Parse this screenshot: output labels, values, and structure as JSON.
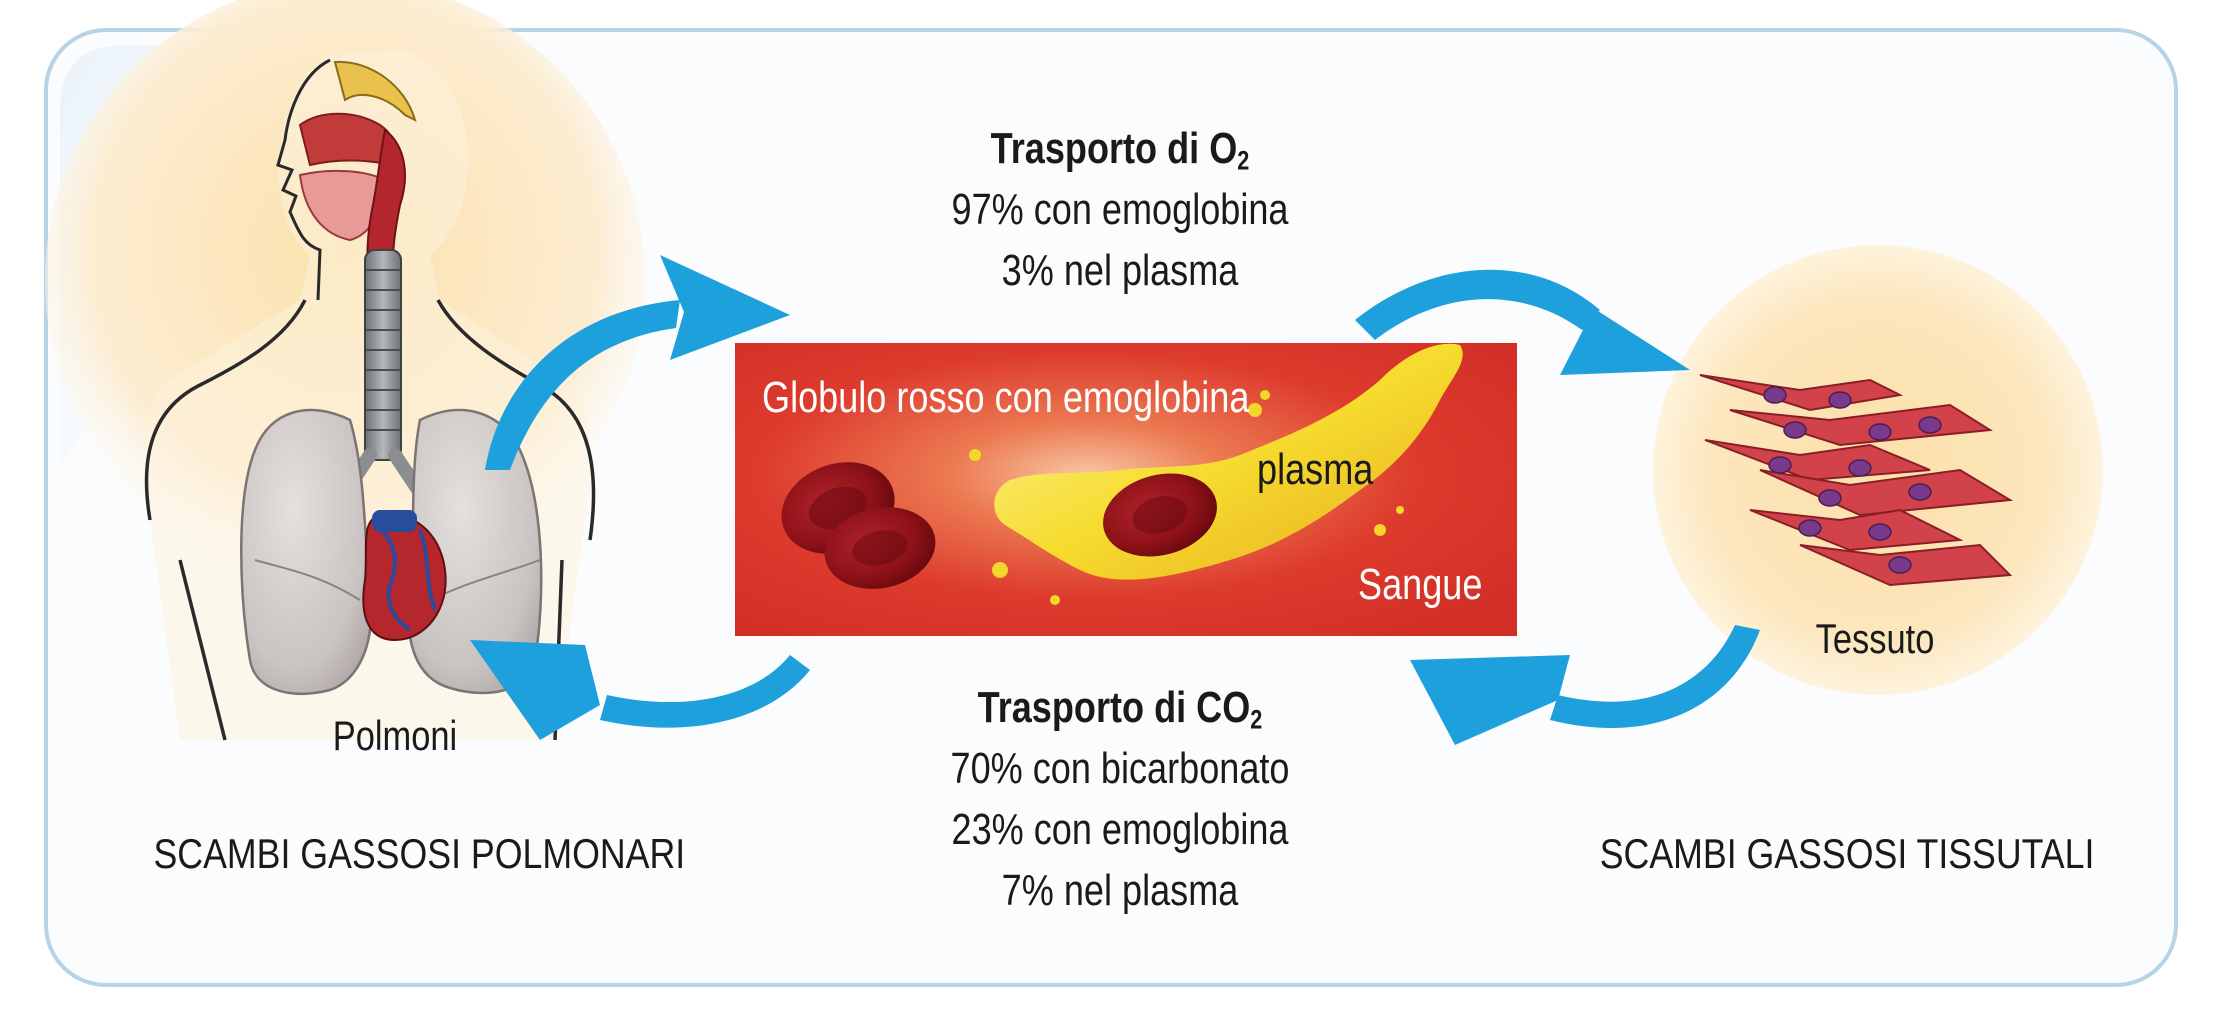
{
  "o2": {
    "title": "Trasporto di O",
    "title_sub": "2",
    "lines": [
      "97% con emoglobina",
      "3% nel plasma"
    ]
  },
  "co2": {
    "title": "Trasporto di CO",
    "title_sub": "2",
    "lines": [
      "70% con bicarbonato",
      "23% con emoglobina",
      "7% nel plasma"
    ]
  },
  "blood": {
    "rbc_label": "Globulo rosso con emoglobina",
    "plasma_label": "plasma",
    "blood_label": "Sangue"
  },
  "lungs_label": "Polmoni",
  "tissue_label": "Tessuto",
  "left_title": "SCAMBI GASSOSI POLMONARI",
  "right_title": "SCAMBI GASSOSI TISSUTALI",
  "colors": {
    "arrow": "#1ea0dc",
    "frame": "#b7d3e6",
    "blood_red": "#d8342b",
    "plasma_yellow": "#f2d62a",
    "tissue_bg": "#fbe3b0",
    "lung_gray": "#c8c3c1"
  }
}
